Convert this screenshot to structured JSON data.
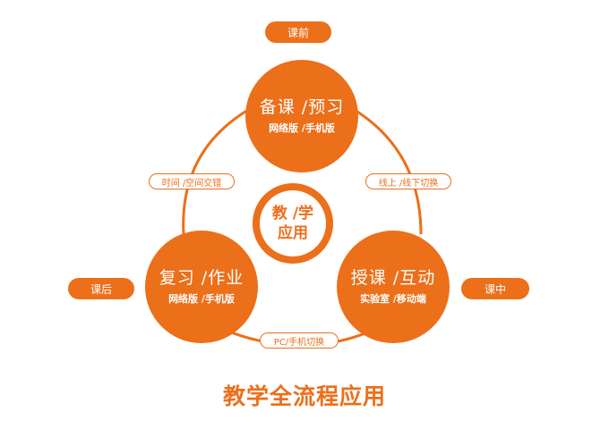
{
  "colors": {
    "accent": "#ec6f1a",
    "background": "#ffffff"
  },
  "stages": {
    "before": "课前",
    "during": "课中",
    "after": "课后"
  },
  "nodes": {
    "top": {
      "title": "备课 /预习",
      "subtitle": "网络版 /手机版"
    },
    "right": {
      "title": "授课 /互动",
      "subtitle": "实验室 /移动端"
    },
    "left": {
      "title": "复习 /作业",
      "subtitle": "网络版 /手机版"
    }
  },
  "center": {
    "line1": "教 /学",
    "line2": "应用"
  },
  "edges": {
    "top_right": "线上 /线下切换",
    "top_left": "时间 /空间交错",
    "bottom": "PC/手机切换"
  },
  "footer": {
    "title": "教学全流程应用"
  }
}
